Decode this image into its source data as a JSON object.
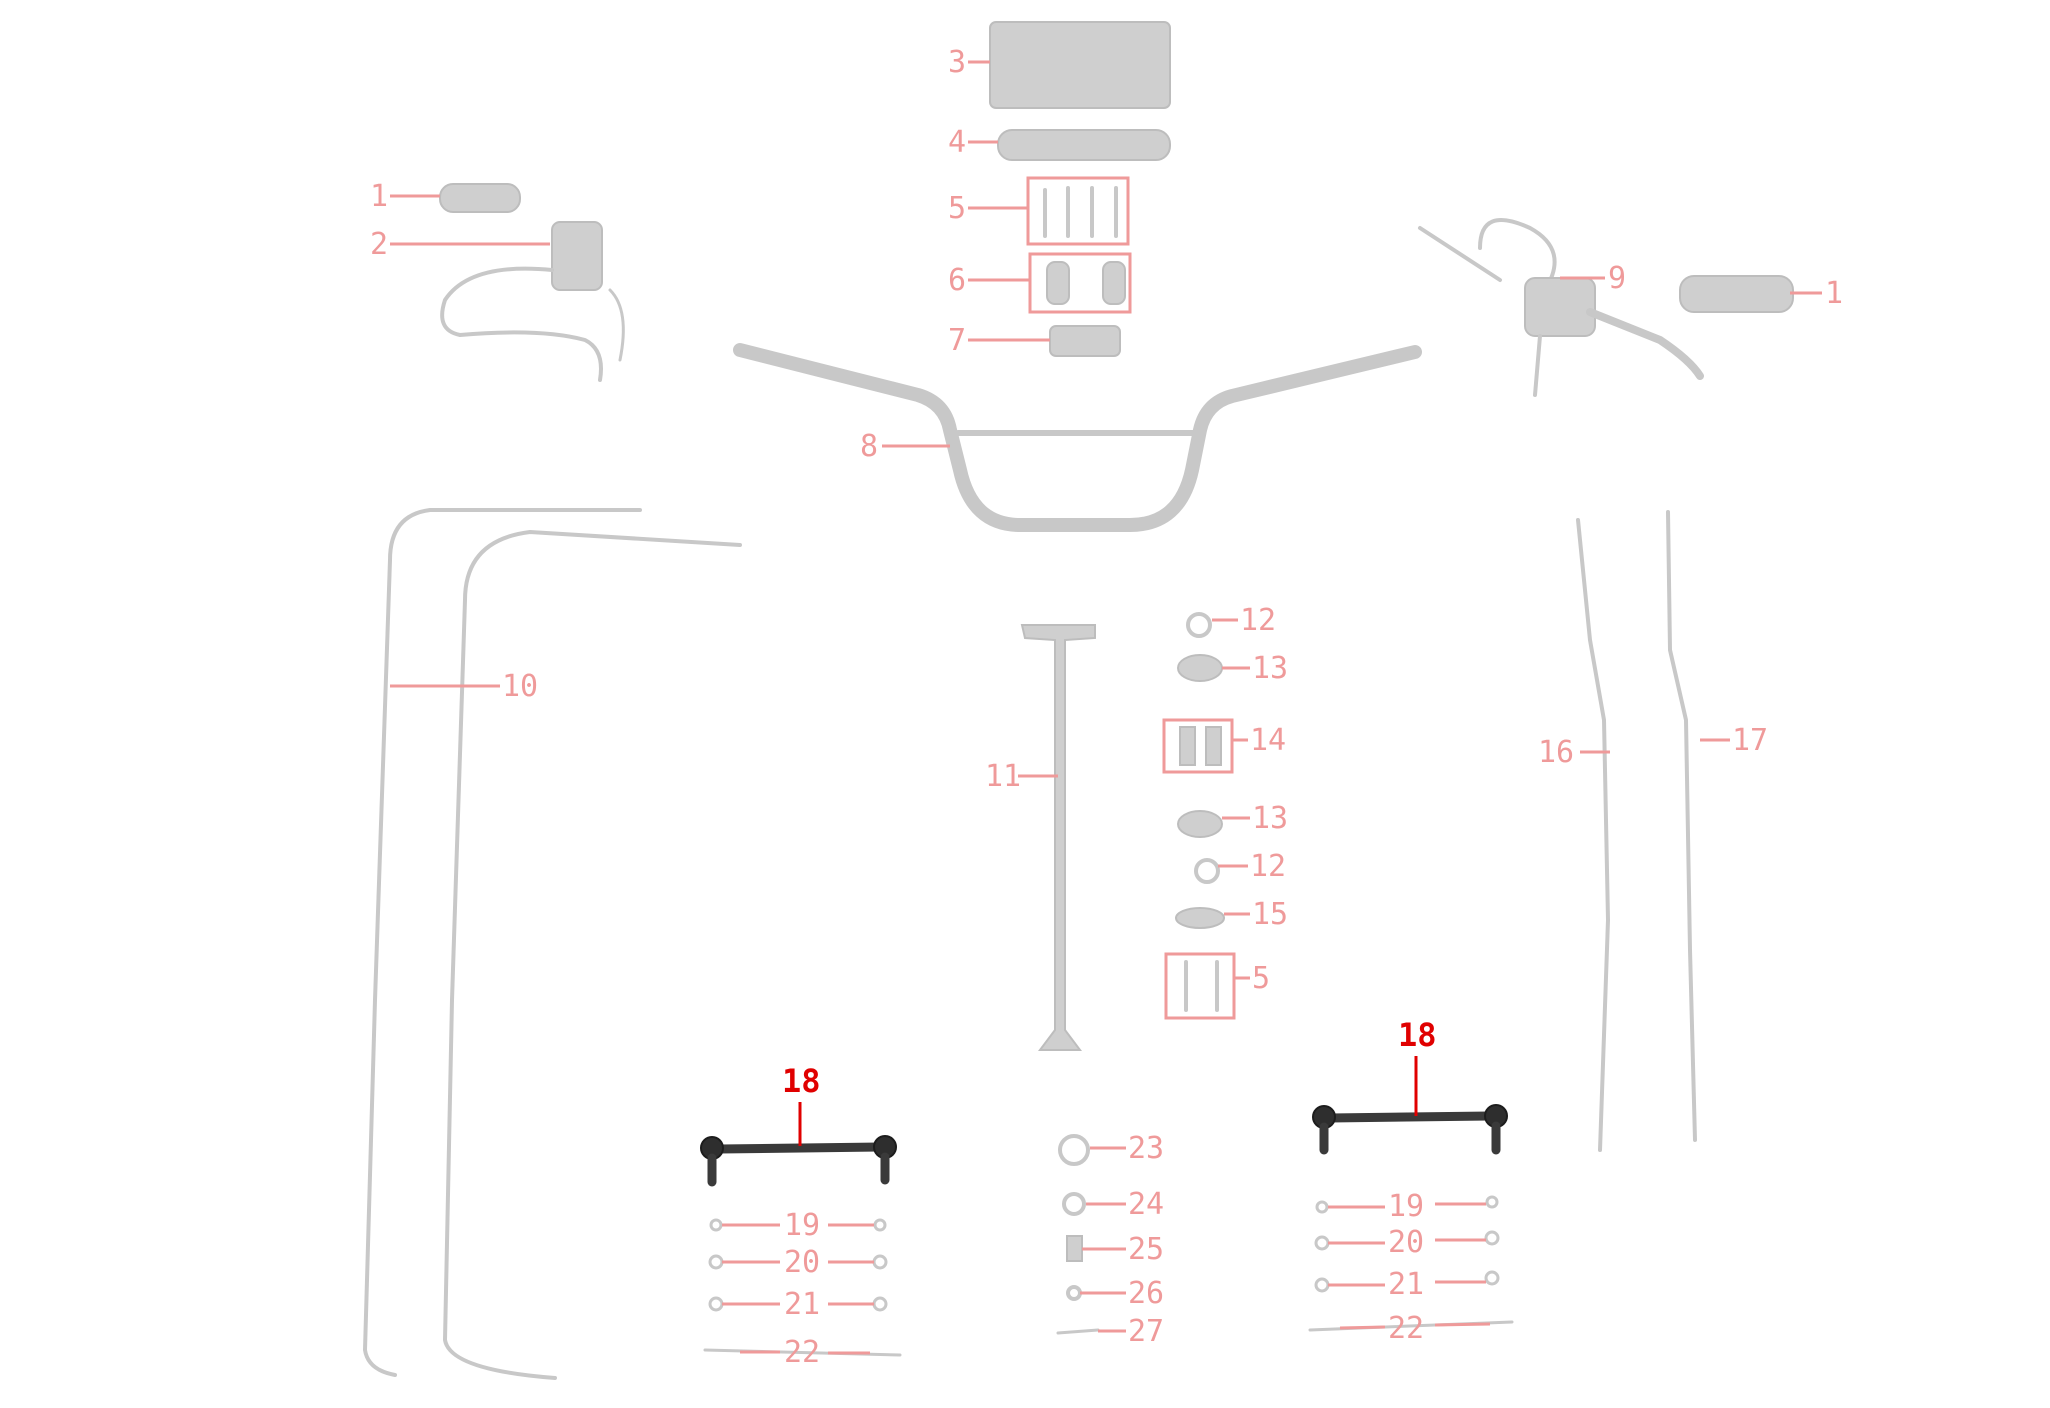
{
  "callouts": [
    {
      "id": "c1a",
      "text": "1"
    },
    {
      "id": "c2",
      "text": "2"
    },
    {
      "id": "c3",
      "text": "3"
    },
    {
      "id": "c4",
      "text": "4"
    },
    {
      "id": "c5a",
      "text": "5"
    },
    {
      "id": "c6",
      "text": "6"
    },
    {
      "id": "c7",
      "text": "7"
    },
    {
      "id": "c8",
      "text": "8"
    },
    {
      "id": "c9",
      "text": "9"
    },
    {
      "id": "c1b",
      "text": "1"
    },
    {
      "id": "c10",
      "text": "10"
    },
    {
      "id": "c11",
      "text": "11"
    },
    {
      "id": "c12a",
      "text": "12"
    },
    {
      "id": "c13a",
      "text": "13"
    },
    {
      "id": "c14",
      "text": "14"
    },
    {
      "id": "c13b",
      "text": "13"
    },
    {
      "id": "c12b",
      "text": "12"
    },
    {
      "id": "c15",
      "text": "15"
    },
    {
      "id": "c5b",
      "text": "5"
    },
    {
      "id": "c16",
      "text": "16"
    },
    {
      "id": "c17",
      "text": "17"
    },
    {
      "id": "c18a",
      "text": "18"
    },
    {
      "id": "c18b",
      "text": "18"
    },
    {
      "id": "c19a",
      "text": "19"
    },
    {
      "id": "c20a",
      "text": "20"
    },
    {
      "id": "c21a",
      "text": "21"
    },
    {
      "id": "c22a",
      "text": "22"
    },
    {
      "id": "c23",
      "text": "23"
    },
    {
      "id": "c24",
      "text": "24"
    },
    {
      "id": "c25",
      "text": "25"
    },
    {
      "id": "c26",
      "text": "26"
    },
    {
      "id": "c27",
      "text": "27"
    },
    {
      "id": "c19b",
      "text": "19"
    },
    {
      "id": "c20b",
      "text": "20"
    },
    {
      "id": "c21b",
      "text": "21"
    },
    {
      "id": "c22b",
      "text": "22"
    }
  ],
  "colors": {
    "callout_faded": "#ef9a9a",
    "callout_highlight": "#e00000",
    "part_faded": "#c8c8c8",
    "part_highlight": "#2e2e2e"
  }
}
